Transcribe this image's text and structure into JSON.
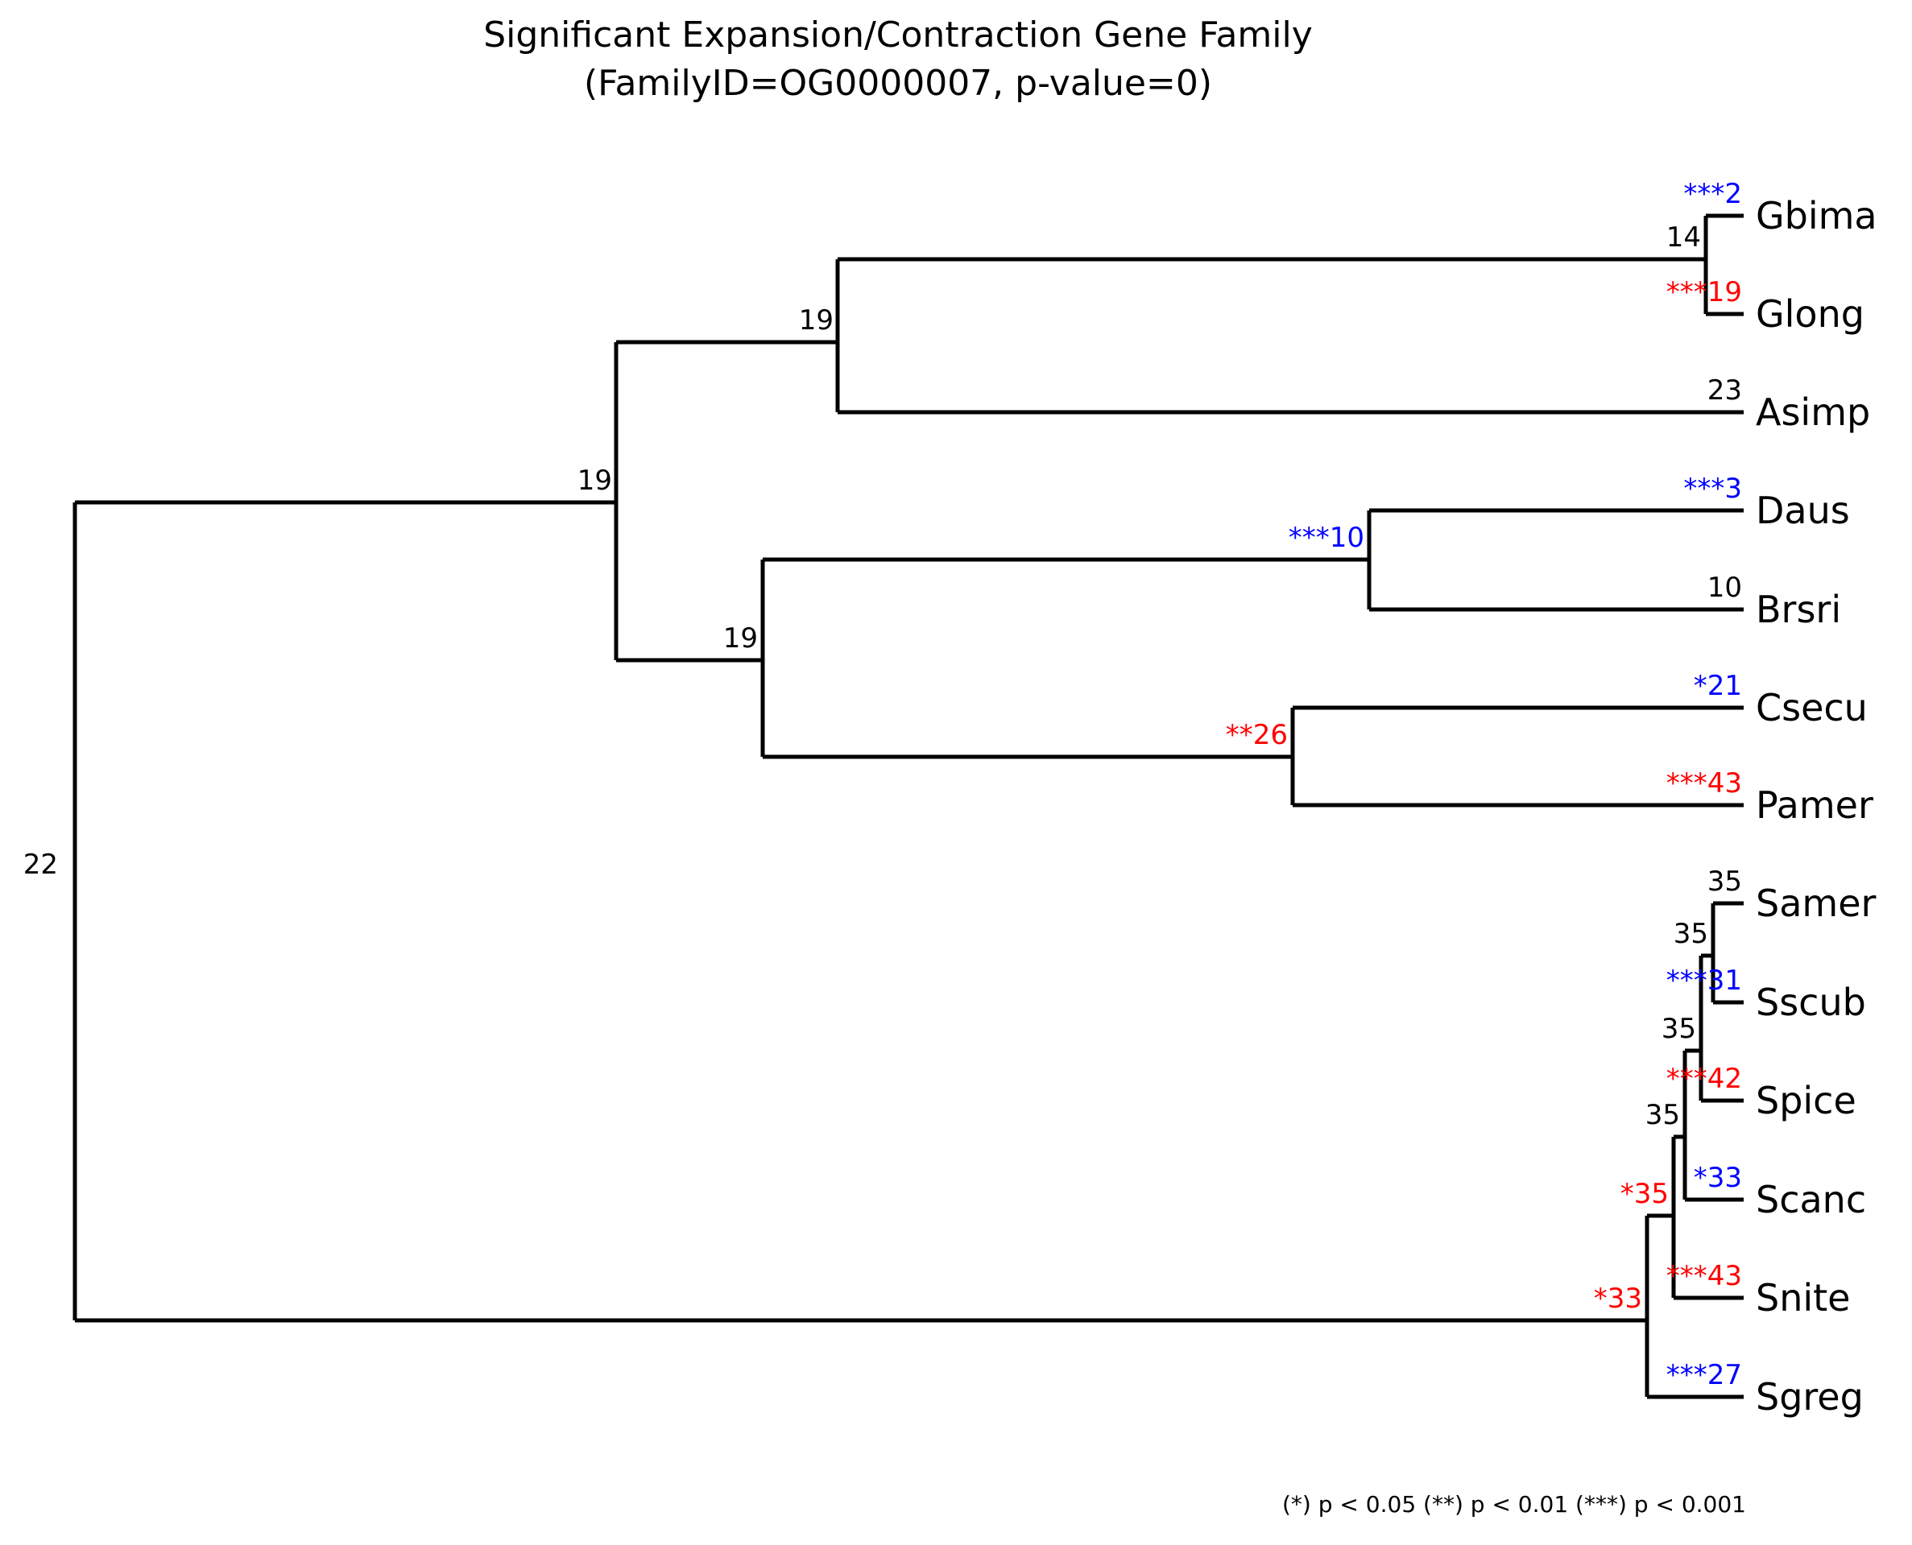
{
  "title": {
    "line1": "Significant Expansion/Contraction Gene Family",
    "line2": "(FamilyID=OG0000007, p-value=0)"
  },
  "legend": {
    "text": "(*) p < 0.05  (**) p < 0.01  (***) p < 0.001"
  },
  "colors": {
    "expansion": "#0000ff",
    "contraction": "#ff0000",
    "neutral": "#000000",
    "branch": "#000000",
    "background": "#ffffff"
  },
  "chart_data": {
    "type": "tree",
    "title": "Significant Expansion/Contraction Gene Family (FamilyID=OG0000007, p-value=0)",
    "orientation": "left-to-right-rectangular",
    "family_id": "OG0000007",
    "p_value": "0",
    "significance_key": [
      {
        "symbol": "*",
        "threshold": "p < 0.05"
      },
      {
        "symbol": "**",
        "threshold": "p < 0.01"
      },
      {
        "symbol": "***",
        "threshold": "p < 0.001"
      }
    ],
    "color_meaning": {
      "blue": "expansion",
      "red": "contraction",
      "black": "not significant"
    },
    "leaves": [
      {
        "name": "Gbima",
        "count": "2",
        "stars": "***",
        "color": "blue",
        "label": "***2"
      },
      {
        "name": "Glong",
        "count": "19",
        "stars": "***",
        "color": "red",
        "label": "***19"
      },
      {
        "name": "Asimp",
        "count": "23",
        "stars": "",
        "color": "black",
        "label": "23"
      },
      {
        "name": "Daus",
        "count": "3",
        "stars": "***",
        "color": "blue",
        "label": "***3"
      },
      {
        "name": "Brsri",
        "count": "10",
        "stars": "",
        "color": "black",
        "label": "10"
      },
      {
        "name": "Csecu",
        "count": "21",
        "stars": "*",
        "color": "blue",
        "label": "*21"
      },
      {
        "name": "Pamer",
        "count": "43",
        "stars": "***",
        "color": "red",
        "label": "***43"
      },
      {
        "name": "Samer",
        "count": "35",
        "stars": "",
        "color": "black",
        "label": "35"
      },
      {
        "name": "Sscub",
        "count": "31",
        "stars": "***",
        "color": "blue",
        "label": "***31"
      },
      {
        "name": "Spice",
        "count": "42",
        "stars": "***",
        "color": "red",
        "label": "***42"
      },
      {
        "name": "Scanc",
        "count": "33",
        "stars": "*",
        "color": "blue",
        "label": "*33"
      },
      {
        "name": "Snite",
        "count": "43",
        "stars": "***",
        "color": "red",
        "label": "***43"
      },
      {
        "name": "Sgreg",
        "count": "27",
        "stars": "***",
        "color": "blue",
        "label": "***27"
      }
    ],
    "internal_nodes": [
      {
        "id": "root",
        "count": "22",
        "stars": "",
        "color": "black",
        "label": "22",
        "children": [
          "n_upper",
          "n_sclade"
        ]
      },
      {
        "id": "n_upper",
        "count": "19",
        "stars": "",
        "color": "black",
        "label": "19",
        "children": [
          "n_gbi_glo_asi",
          "n_mid"
        ]
      },
      {
        "id": "n_gbi_glo_asi",
        "count": "19",
        "stars": "",
        "color": "black",
        "label": "19",
        "children": [
          "n_gbi_glo",
          "Asimp"
        ]
      },
      {
        "id": "n_gbi_glo",
        "count": "14",
        "stars": "",
        "color": "black",
        "label": "14",
        "children": [
          "Gbima",
          "Glong"
        ]
      },
      {
        "id": "n_mid",
        "count": "19",
        "stars": "",
        "color": "black",
        "label": "19",
        "children": [
          "n_daus_brsri",
          "n_csecu_pamer"
        ]
      },
      {
        "id": "n_daus_brsri",
        "count": "10",
        "stars": "***",
        "color": "blue",
        "label": "***10",
        "children": [
          "Daus",
          "Brsri"
        ]
      },
      {
        "id": "n_csecu_pamer",
        "count": "26",
        "stars": "**",
        "color": "red",
        "label": "**26",
        "children": [
          "Csecu",
          "Pamer"
        ]
      },
      {
        "id": "n_sclade",
        "count": "33",
        "stars": "*",
        "color": "red",
        "label": "*33",
        "children": [
          "n_s_upper",
          "Sgreg"
        ]
      },
      {
        "id": "n_s_upper",
        "count": "35",
        "stars": "*",
        "color": "red",
        "label": "*35",
        "children": [
          "n_s_a",
          "Snite"
        ]
      },
      {
        "id": "n_s_a",
        "count": "35",
        "stars": "",
        "color": "black",
        "label": "35",
        "children": [
          "n_s_b",
          "Scanc"
        ]
      },
      {
        "id": "n_s_b",
        "count": "35",
        "stars": "",
        "color": "black",
        "label": "35",
        "children": [
          "n_s_c",
          "Spice"
        ]
      },
      {
        "id": "n_s_c",
        "count": "35",
        "stars": "",
        "color": "black",
        "label": "35",
        "children": [
          "Samer",
          "Sscub"
        ]
      }
    ]
  }
}
